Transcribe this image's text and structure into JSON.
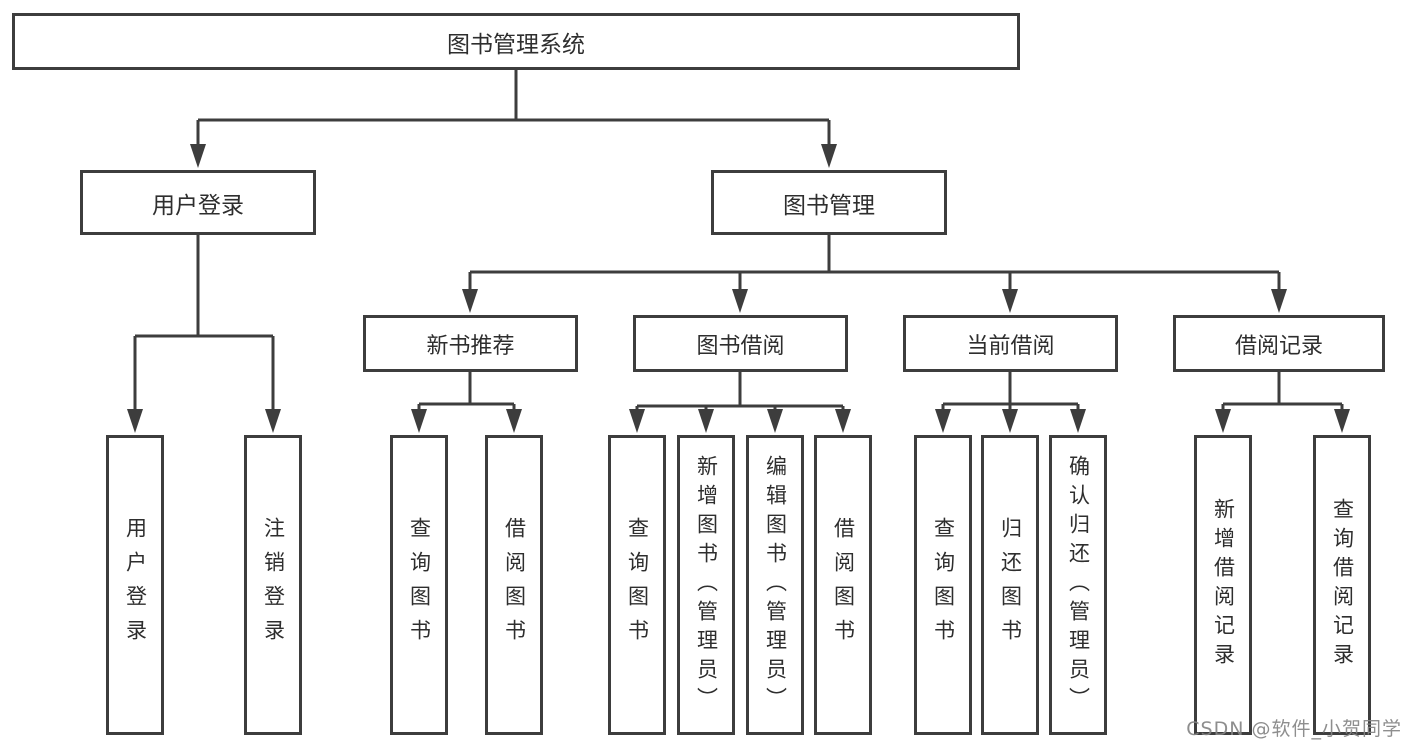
{
  "colors": {
    "line": "#3d3d3d",
    "box_border": "#3d3d3d",
    "text": "#2e2e2e",
    "background": "#ffffff",
    "watermark": "#848484"
  },
  "watermark": "CSDN @软件_小贺同学",
  "tree": {
    "root": "图书管理系统",
    "user_login": {
      "label": "用户登录",
      "children": [
        "用户登录",
        "注销登录"
      ]
    },
    "book_mgmt": {
      "label": "图书管理",
      "children": [
        {
          "label": "新书推荐",
          "children": [
            "查询图书",
            "借阅图书"
          ]
        },
        {
          "label": "图书借阅",
          "children": [
            "查询图书",
            "新增图书（管理员）",
            "编辑图书（管理员）",
            "借阅图书"
          ]
        },
        {
          "label": "当前借阅",
          "children": [
            "查询图书",
            "归还图书",
            "确认归还（管理员）"
          ]
        },
        {
          "label": "借阅记录",
          "children": [
            "新增借阅记录",
            "查询借阅记录"
          ]
        }
      ]
    }
  }
}
